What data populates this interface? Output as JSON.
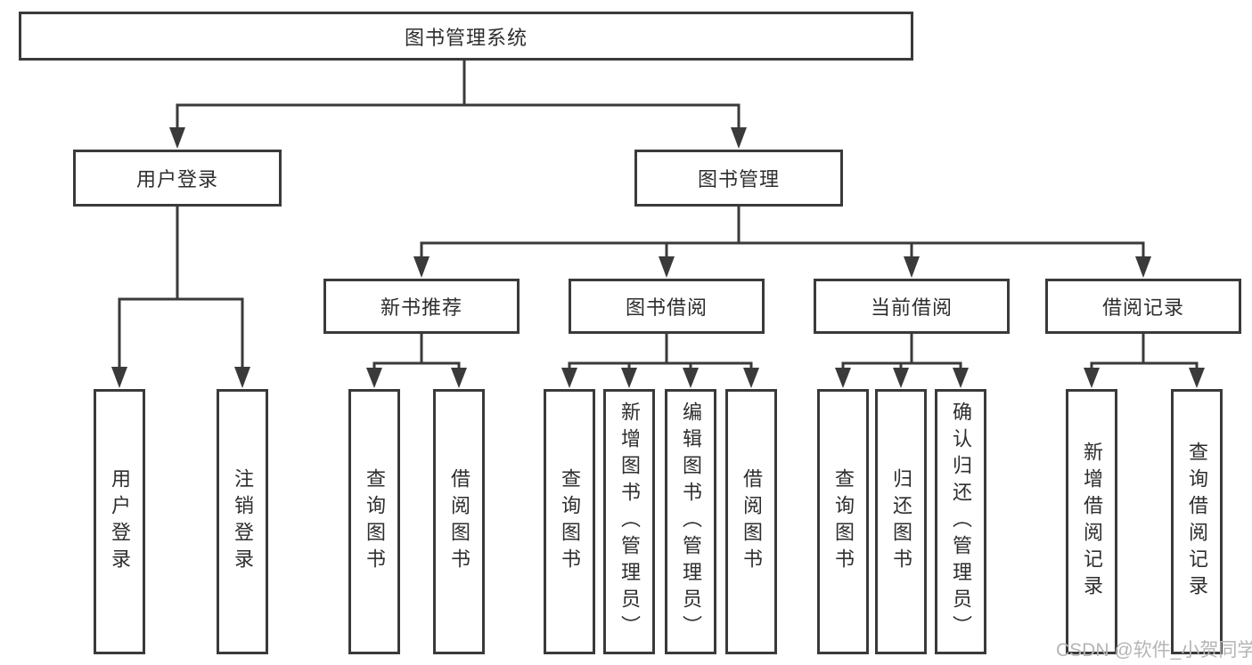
{
  "diagram": {
    "root": {
      "label": "图书管理系统"
    },
    "user_branch": {
      "label": "用户登录",
      "children": [
        {
          "label": "用户登录"
        },
        {
          "label": "注销登录"
        }
      ]
    },
    "book_branch": {
      "label": "图书管理",
      "groups": [
        {
          "label": "新书推荐",
          "children": [
            {
              "label": "查询图书"
            },
            {
              "label": "借阅图书"
            }
          ]
        },
        {
          "label": "图书借阅",
          "children": [
            {
              "label": "查询图书"
            },
            {
              "label": "新增图书（管理员）"
            },
            {
              "label": "编辑图书（管理员）"
            },
            {
              "label": "借阅图书"
            }
          ]
        },
        {
          "label": "当前借阅",
          "children": [
            {
              "label": "查询图书"
            },
            {
              "label": "归还图书"
            },
            {
              "label": "确认归还（管理员）"
            }
          ]
        },
        {
          "label": "借阅记录",
          "children": [
            {
              "label": "新增借阅记录"
            },
            {
              "label": "查询借阅记录"
            }
          ]
        }
      ]
    },
    "watermark": "CSDN @软件_小贺同学"
  },
  "colors": {
    "line": "#3a3a3a",
    "text": "#2e2e2e",
    "watermark": "#b5b5b5"
  }
}
